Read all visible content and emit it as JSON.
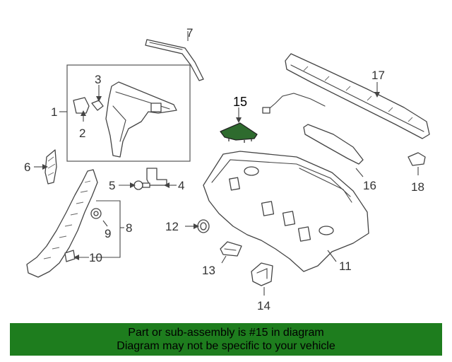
{
  "callouts": {
    "c1": "1",
    "c2": "2",
    "c3": "3",
    "c4": "4",
    "c5": "5",
    "c6": "6",
    "c7": "7",
    "c8": "8",
    "c9": "9",
    "c10": "10",
    "c11": "11",
    "c12": "12",
    "c13": "13",
    "c14": "14",
    "c15": "15",
    "c16": "16",
    "c17": "17",
    "c18": "18"
  },
  "highlight_part": "15",
  "colors": {
    "highlight_fill": "#2e6b2e",
    "banner_bg": "#1e7d1e",
    "line": "#444444"
  },
  "banner": {
    "line1": "Part or sub-assembly is #15 in diagram",
    "line2": "Diagram may not be specific to your vehicle"
  }
}
